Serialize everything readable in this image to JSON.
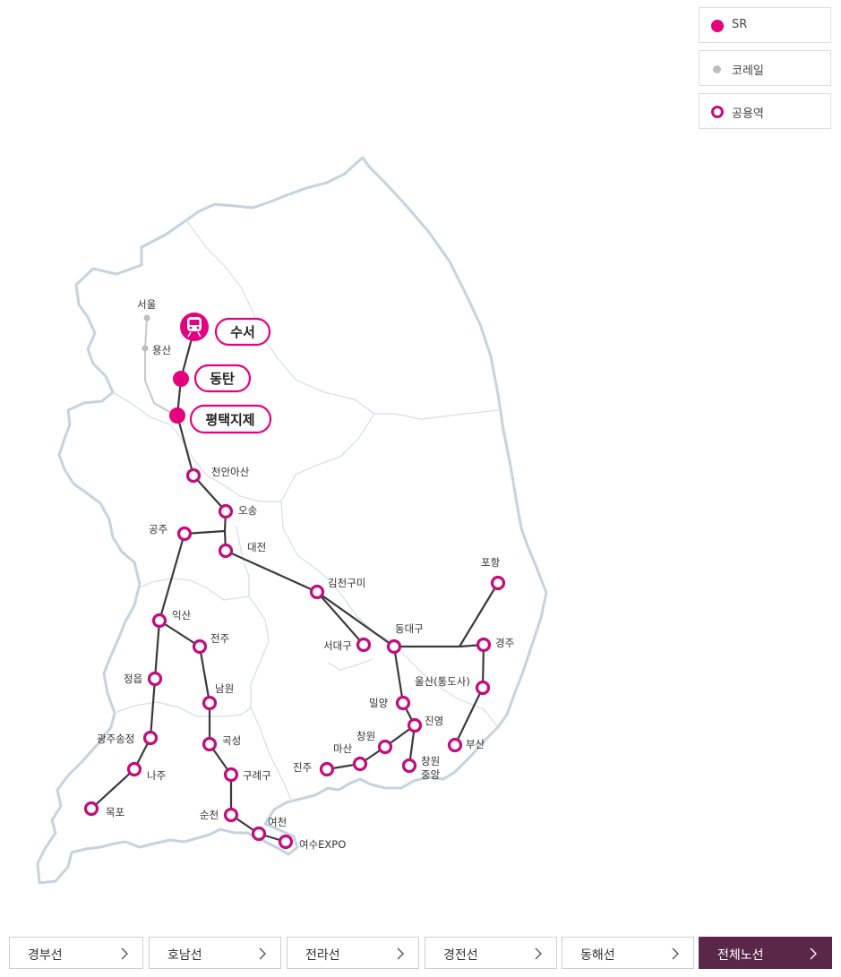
{
  "legend": {
    "sr": "SR",
    "korail": "코레일",
    "shared": "공용역"
  },
  "korail_stations": {
    "seoul": "서울",
    "yongsan": "용산"
  },
  "sr_stations": {
    "suseo": "수서",
    "dongtan": "동탄",
    "pyeongtaek": "평택지제"
  },
  "shared_stations": {
    "cheonanasan": "천안아산",
    "osong": "오송",
    "gongju": "공주",
    "daejeon": "대전",
    "gimcheongumi": "김천구미",
    "seodaegu": "서대구",
    "dongdaegu": "동대구",
    "pohang": "포항",
    "gyeongju": "경주",
    "ulsan": "울산(통도사)",
    "busan": "부산",
    "miryang": "밀양",
    "jinyeong": "진영",
    "changwon": "창원",
    "masan": "마산",
    "jinju": "진주",
    "changwonjungang_1": "창원",
    "changwonjungang_2": "중앙",
    "iksan": "익산",
    "jeonju": "전주",
    "jeongeup": "정읍",
    "namwon": "남원",
    "gwangjusongjeong": "광주송정",
    "gokseong": "곡성",
    "naju": "나주",
    "guryegu": "구례구",
    "mokpo": "목포",
    "suncheon": "순천",
    "yeocheon": "여천",
    "yeosuexpo": "여수EXPO"
  },
  "tabs": [
    "경부선",
    "호남선",
    "전라선",
    "경전선",
    "동해선",
    "전체노선"
  ],
  "colors": {
    "sr": "#e5007e",
    "shared_ring": "#c10d7e",
    "korail": "#bdbdbd",
    "track": "#3a3a3a",
    "coast": "#c5d3df",
    "active_tab": "#5b2748"
  }
}
